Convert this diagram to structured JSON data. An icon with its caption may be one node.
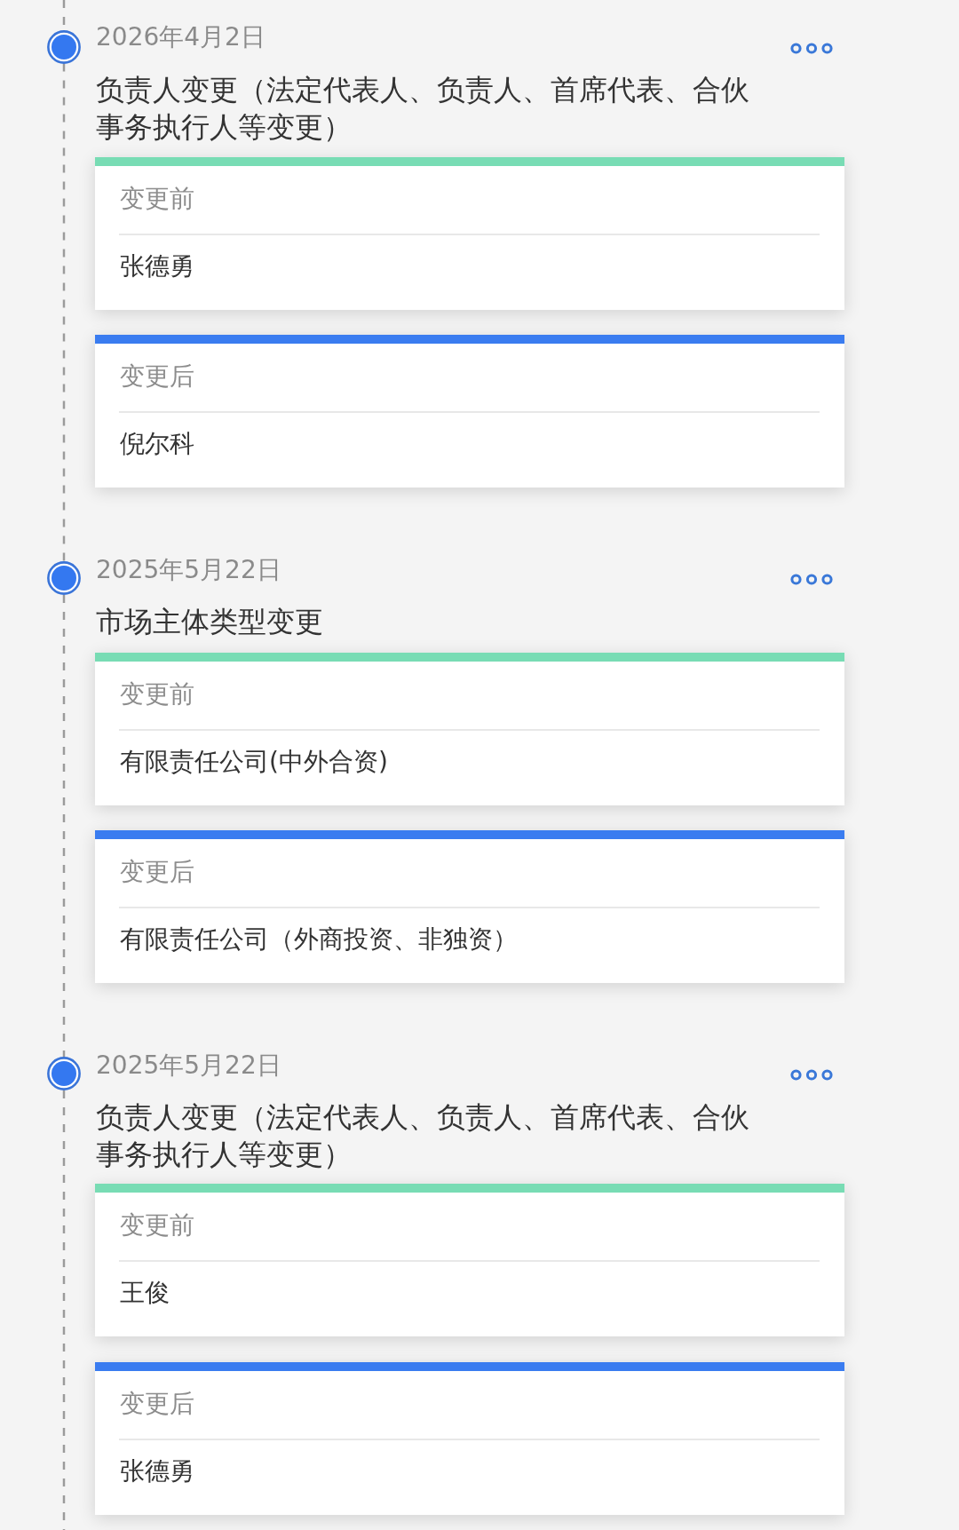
{
  "diagram": {
    "nodes": [
      {
        "text": [],
        "shape": "circle",
        "beside": [
          "2026年4月2日"
        ]
      },
      {
        "text": [
          "变更前",
          "张德勇"
        ]
      },
      {
        "text": [
          "变更后",
          "倪尔科"
        ]
      },
      {
        "text": [],
        "shape": "circle",
        "beside": [
          "2025年5月22日"
        ]
      },
      {
        "text": [
          "变更前",
          "有限责任公司(中外合资)"
        ]
      },
      {
        "text": [
          "变更后",
          "有限责任公司（外商投资、非独资）"
        ]
      },
      {
        "text": [],
        "shape": "circle",
        "beside": [
          "2025年5月22日"
        ]
      },
      {
        "text": [
          "变更前",
          "王俊"
        ]
      },
      {
        "text": [
          "变更后",
          "张德勇"
        ]
      }
    ],
    "edges": [
      {
        "from": null,
        "to": 0,
        "arrow": "none",
        "style": "dashed"
      },
      {
        "from": 0,
        "to": 3,
        "arrow": "none",
        "style": "dashed"
      },
      {
        "from": 3,
        "to": 6,
        "arrow": "none",
        "style": "dashed"
      },
      {
        "from": 6,
        "to": null,
        "arrow": "none",
        "style": "dashed"
      }
    ],
    "labels": [
      "负责人变更（法定代表人、负责人、首席代表、合伙事务执行人等变更）",
      "市场主体类型变更",
      "负责人变更（法定代表人、负责人、首席代表、合伙事务执行人等变更）"
    ]
  }
}
